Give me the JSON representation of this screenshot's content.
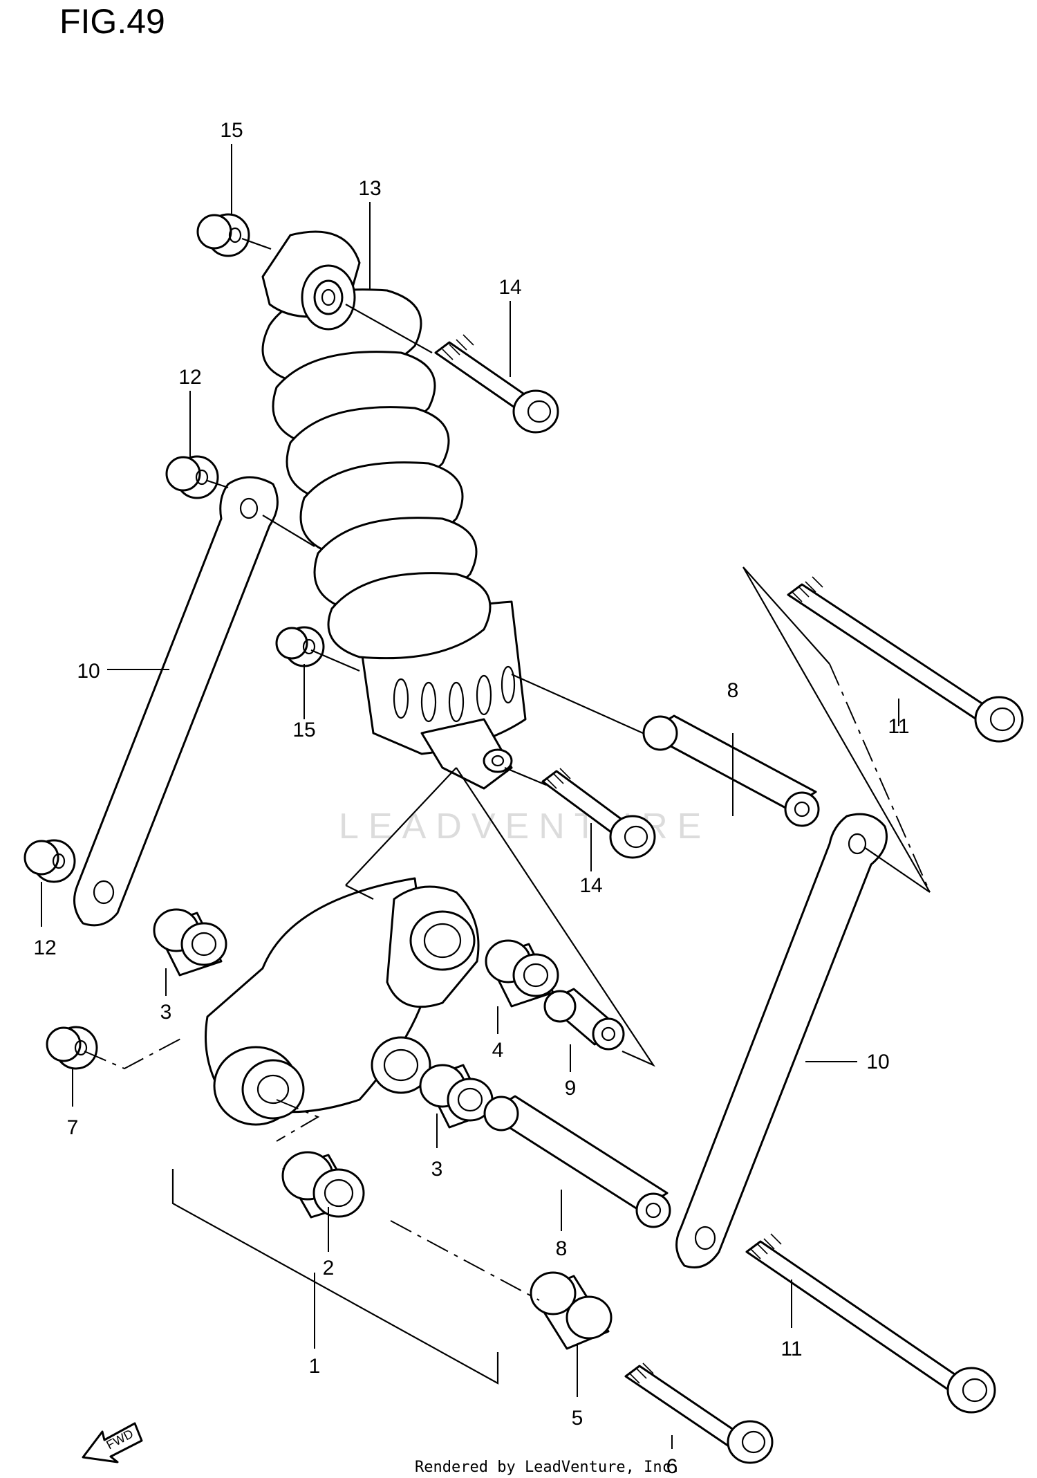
{
  "figure": {
    "title": "FIG.49"
  },
  "callouts": [
    {
      "id": "c15a",
      "number": "15"
    },
    {
      "id": "c13",
      "number": "13"
    },
    {
      "id": "c14a",
      "number": "14"
    },
    {
      "id": "c12a",
      "number": "12"
    },
    {
      "id": "c10a",
      "number": "10"
    },
    {
      "id": "c15b",
      "number": "15"
    },
    {
      "id": "c8a",
      "number": "8"
    },
    {
      "id": "c11a",
      "number": "11"
    },
    {
      "id": "c14b",
      "number": "14"
    },
    {
      "id": "c12b",
      "number": "12"
    },
    {
      "id": "c3a",
      "number": "3"
    },
    {
      "id": "c4",
      "number": "4"
    },
    {
      "id": "c9",
      "number": "9"
    },
    {
      "id": "c10b",
      "number": "10"
    },
    {
      "id": "c7",
      "number": "7"
    },
    {
      "id": "c3b",
      "number": "3"
    },
    {
      "id": "c8b",
      "number": "8"
    },
    {
      "id": "c2",
      "number": "2"
    },
    {
      "id": "c1",
      "number": "1"
    },
    {
      "id": "c11b",
      "number": "11"
    },
    {
      "id": "c5",
      "number": "5"
    },
    {
      "id": "c6",
      "number": "6"
    }
  ],
  "fwd_indicator": {
    "label": "FWD"
  },
  "watermark": {
    "text": "LEADVENTURE"
  },
  "footer": {
    "credit": "Rendered by LeadVenture, Inc."
  }
}
